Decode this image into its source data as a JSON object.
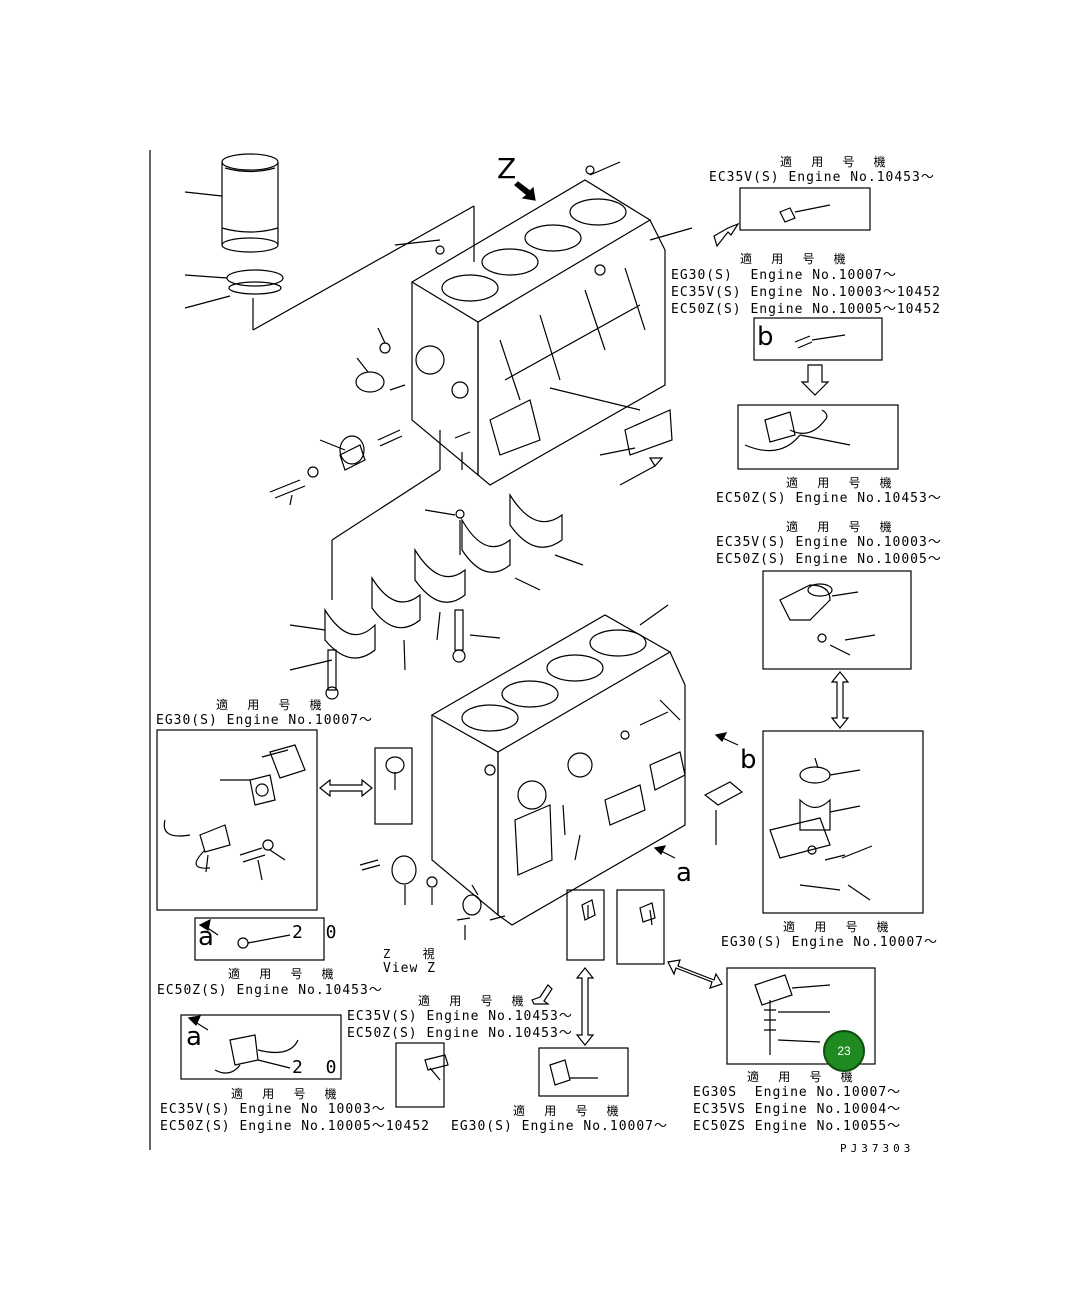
{
  "diagram": {
    "view": {
      "letter": "Z",
      "caption_jp": "Z  視",
      "caption_en": "View Z"
    },
    "callout_letters": {
      "a": "a",
      "b": "b"
    },
    "twenty": "2 0",
    "header_jp": "適 用 号 機",
    "notes": {
      "top_right_1": [
        "EC35V(S) Engine No.10453～"
      ],
      "top_right_2": [
        "EG30(S)  Engine No.10007～",
        "EC35V(S) Engine No.10003～10452",
        "EC50Z(S) Engine No.10005～10452"
      ],
      "right_3": [
        "EC50Z(S) Engine No.10453～"
      ],
      "right_4": [
        "EC35V(S) Engine No.10003～",
        "EC50Z(S) Engine No.10005～"
      ],
      "left_1": [
        "EG30(S) Engine No.10007～"
      ],
      "left_a": [
        "EC50Z(S) Engine No.10453～"
      ],
      "bottom_left": [
        "EC35V(S) Engine No 10003～",
        "EC50Z(S) Engine No.10005～10452"
      ],
      "bottom_mid_1": [
        "EC35V(S) Engine No.10453～",
        "EC50Z(S) Engine No.10453～"
      ],
      "bottom_mid_2": [
        "EG30(S) Engine No.10007～"
      ],
      "right_5": [
        "EG30(S) Engine No.10007～"
      ],
      "bottom_right": [
        "EG30S  Engine No.10007～",
        "EC35VS Engine No.10004～",
        "EC50ZS Engine No.10055～"
      ]
    },
    "ref_code": "PJ37303",
    "badge_label": "23",
    "badge_color": "#1f8a1f"
  }
}
